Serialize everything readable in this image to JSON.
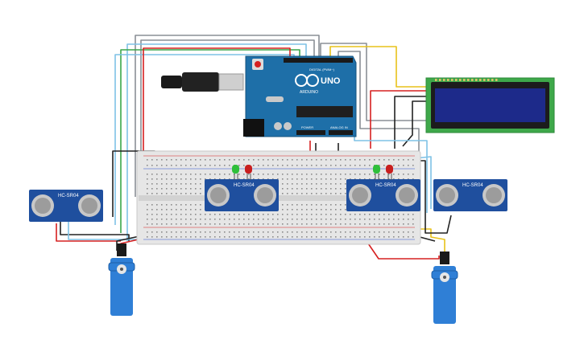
{
  "arduino": {
    "model": "UNO",
    "brand": "ARDUINO",
    "digital_header": "DIGITAL (PWM~)",
    "power_header": "POWER",
    "analog_header": "ANALOG IN",
    "logo": "infinity-logo"
  },
  "sensors": [
    {
      "label": "HC-SR04"
    },
    {
      "label": "HC-SR04"
    },
    {
      "label": "HC-SR04"
    },
    {
      "label": "HC-SR04"
    }
  ],
  "lcd": {
    "rows": 2,
    "cols": 16,
    "backlight_color": "#1d2a8a",
    "pcb_color": "#3ea84a"
  },
  "leds": [
    {
      "color": "#2fbf3a"
    },
    {
      "color": "#c81e1e"
    },
    {
      "color": "#2fbf3a"
    },
    {
      "color": "#c81e1e"
    }
  ],
  "servos": [
    {
      "color": "#2f7fd6"
    },
    {
      "color": "#2f7fd6"
    }
  ],
  "colors": {
    "arduino_board": "#1e6fa8",
    "sensor_board": "#1f4f9e",
    "breadboard": "#e6e6e6",
    "wire_red": "#d62020",
    "wire_black": "#222222",
    "wire_yellow": "#e8c21a",
    "wire_gray": "#8a8f96",
    "wire_lightblue": "#7fc2e6",
    "wire_green": "#3aa64a"
  }
}
